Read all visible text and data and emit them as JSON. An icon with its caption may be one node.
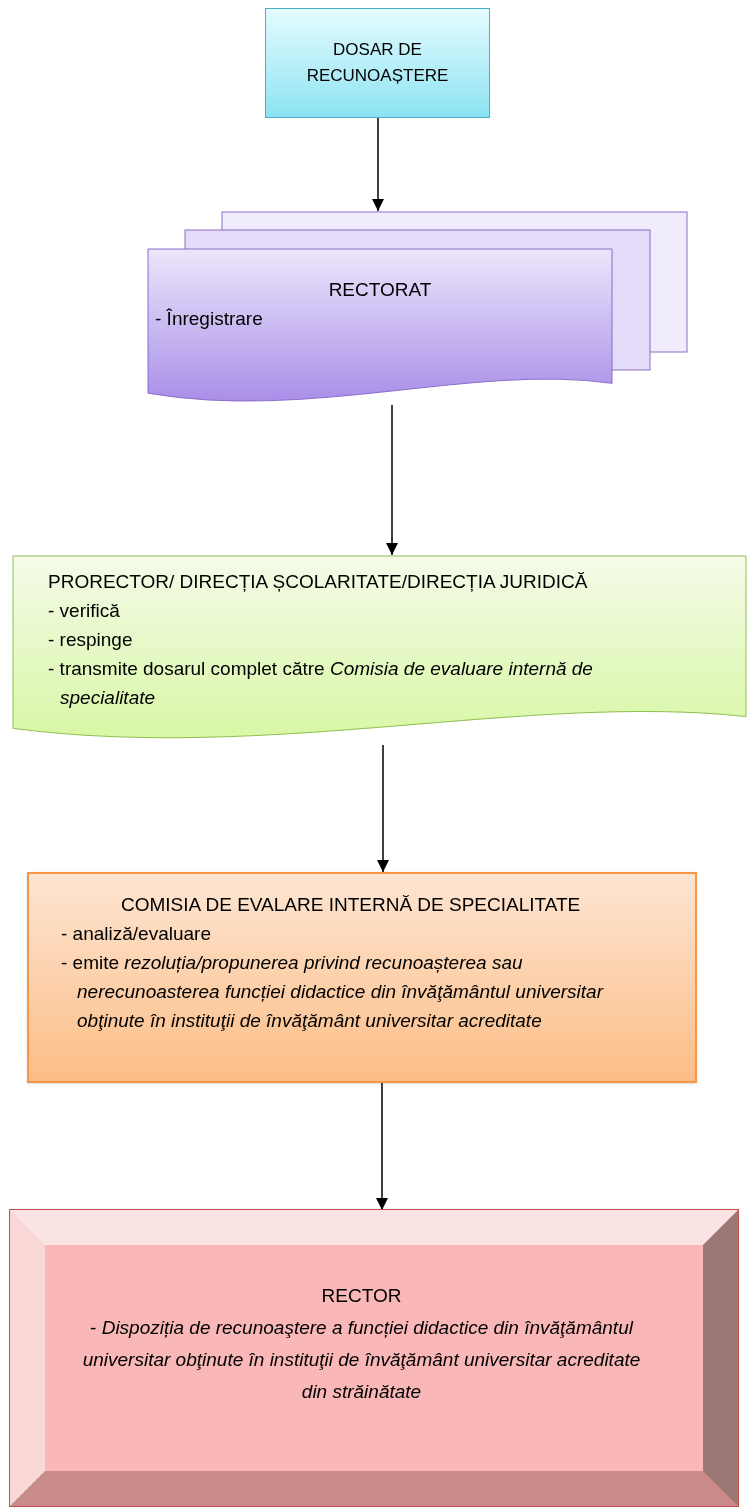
{
  "diagram": {
    "nodes": [
      {
        "text": [
          "DOSAR DE RECUNOAȘTERE"
        ]
      },
      {
        "text": [
          "RECTORAT",
          "- Înregistrare"
        ]
      },
      {
        "text": [
          "PRORECTOR/ DIRECȚIA ȘCOLARITATE/DIRECȚIA JURIDICĂ",
          "- verifică",
          "- respinge",
          "- transmite dosarul complet către *Comisia de evaluare internă de specialitate*"
        ]
      },
      {
        "text": [
          "COMISIA DE EVALARE  INTERNĂ DE SPECIALITATE",
          "- analiză/evaluare",
          "- emite *rezoluția/propunerea privind recunoașterea sau nerecunoasterea funcției didactice din învăţământul universitar obţinute în instituţii de învăţământ universitar acreditate*"
        ]
      },
      {
        "text": [
          "RECTOR",
          "- *Dispoziția de recunoaştere a funcției didactice din învăţământul universitar obţinute în instituţii de învăţământ universitar acreditate din străinătate*"
        ]
      }
    ],
    "edges": [
      {
        "from": 0,
        "to": 1,
        "arrow": "to"
      },
      {
        "from": 1,
        "to": 2,
        "arrow": "to"
      },
      {
        "from": 2,
        "to": 3,
        "arrow": "to"
      },
      {
        "from": 3,
        "to": 4,
        "arrow": "to"
      }
    ]
  }
}
